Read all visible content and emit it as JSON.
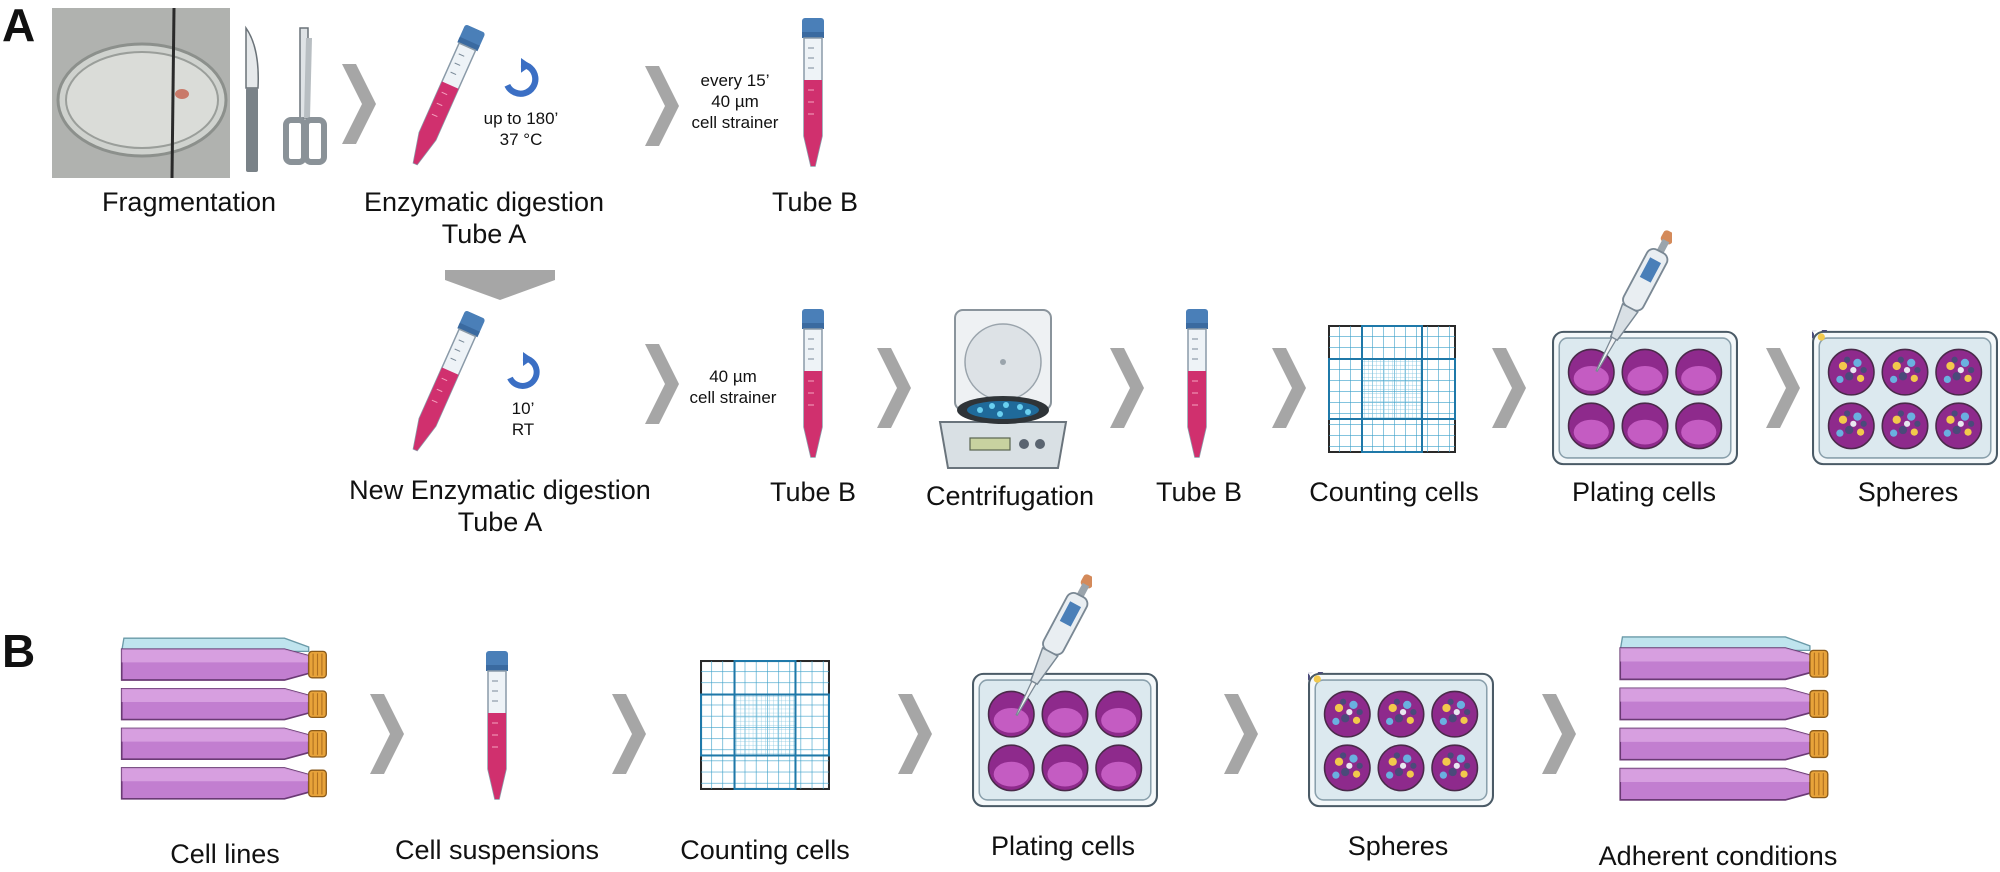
{
  "panels": {
    "a": "A",
    "b": "B"
  },
  "row_a1": {
    "fragmentation": "Fragmentation",
    "digestion_line1": "Enzymatic digestion",
    "digestion_line2": "Tube A",
    "rotate_note_line1": "up to 180’",
    "rotate_note_line2": "37 °C",
    "strainer_note_line1": "every 15’",
    "strainer_note_line2": "40 µm",
    "strainer_note_line3": "cell strainer",
    "tube_b": "Tube B"
  },
  "row_a2": {
    "new_digestion_line1": "New Enzymatic digestion",
    "new_digestion_line2": "Tube A",
    "rotate_note_line1": "10’",
    "rotate_note_line2": "RT",
    "strainer_note_line1": "40 µm",
    "strainer_note_line2": "cell strainer",
    "tube_b_1": "Tube B",
    "centrifugation": "Centrifugation",
    "tube_b_2": "Tube B",
    "counting": "Counting cells",
    "plating": "Plating cells",
    "spheres": "Spheres"
  },
  "row_b": {
    "cell_lines": "Cell lines",
    "suspensions": "Cell suspensions",
    "counting": "Counting cells",
    "plating": "Plating cells",
    "spheres": "Spheres",
    "adherent": "Adherent conditions"
  },
  "colors": {
    "chevron": "#a6a6a6",
    "liquid": "#d0306e",
    "cap": "#4a7fb8",
    "rotate": "#3b6fc4",
    "well": "#8e2a8c",
    "grid": "#3ba0c9",
    "flask": "#c27ed0",
    "flask_cap": "#e8a33a"
  },
  "icons": [
    "petri-dish-photo",
    "scalpel-icon",
    "scissors-icon",
    "conical-tube-icon",
    "rotation-icon",
    "centrifuge-icon",
    "hemocytometer-grid-icon",
    "multiwell-plate-icon",
    "pipette-icon",
    "sphere-plate-icon",
    "cell-culture-flask-icon",
    "chevron-arrow-icon"
  ]
}
